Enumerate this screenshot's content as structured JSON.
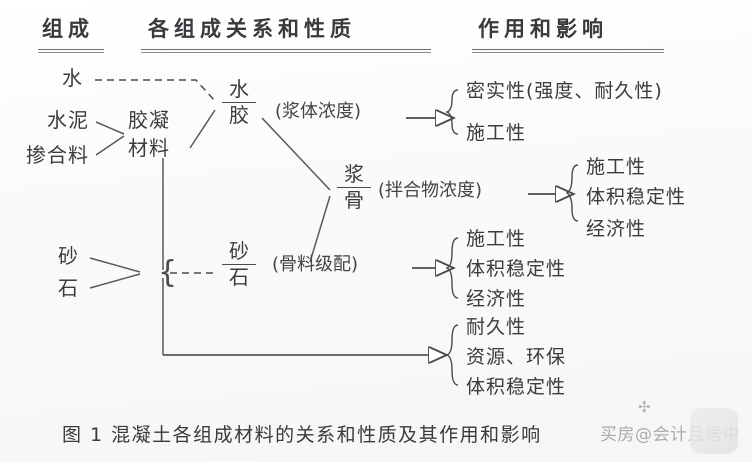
{
  "figure": {
    "headers": [
      {
        "id": "composition",
        "label": "组成"
      },
      {
        "id": "relations",
        "label": "各组成关系和性质"
      },
      {
        "id": "effects",
        "label": "作用和影响"
      }
    ],
    "inputs": [
      {
        "id": "water",
        "label": "水"
      },
      {
        "id": "cement",
        "label": "水泥"
      },
      {
        "id": "admixture",
        "label": "掺合料"
      },
      {
        "id": "sand",
        "label": "砂"
      },
      {
        "id": "stone",
        "label": "石"
      }
    ],
    "intermediates": [
      {
        "id": "binder",
        "label_line1": "胶凝",
        "label_line2": "材料"
      }
    ],
    "ratios": [
      {
        "id": "water-binder",
        "numerator": "水",
        "denominator": "胶",
        "note": "(浆体浓度)"
      },
      {
        "id": "paste-aggregate",
        "numerator": "浆",
        "denominator": "骨",
        "note": "(拌合物浓度)"
      },
      {
        "id": "sand-stone",
        "numerator": "砂",
        "denominator": "石",
        "note": "(骨料级配)"
      }
    ],
    "outcome_groups": [
      {
        "id": "group-water-binder",
        "items": [
          "密实性(强度、耐久性)",
          "施工性"
        ]
      },
      {
        "id": "group-paste-aggregate",
        "items": [
          "施工性",
          "体积稳定性",
          "经济性"
        ]
      },
      {
        "id": "group-sand-stone",
        "items": [
          "施工性",
          "体积稳定性",
          "经济性"
        ]
      },
      {
        "id": "group-aggregate-direct",
        "items": [
          "耐久性",
          "资源、环保",
          "体积稳定性"
        ]
      }
    ],
    "caption": "图 1  混凝土各组成材料的关系和性质及其作用和影响",
    "watermark": {
      "text": "买房@会计且居中"
    },
    "colors": {
      "ink": "#3c3c40",
      "rule": "#6d6d72",
      "wire": "#555559",
      "background": "#fbfbfb"
    }
  }
}
